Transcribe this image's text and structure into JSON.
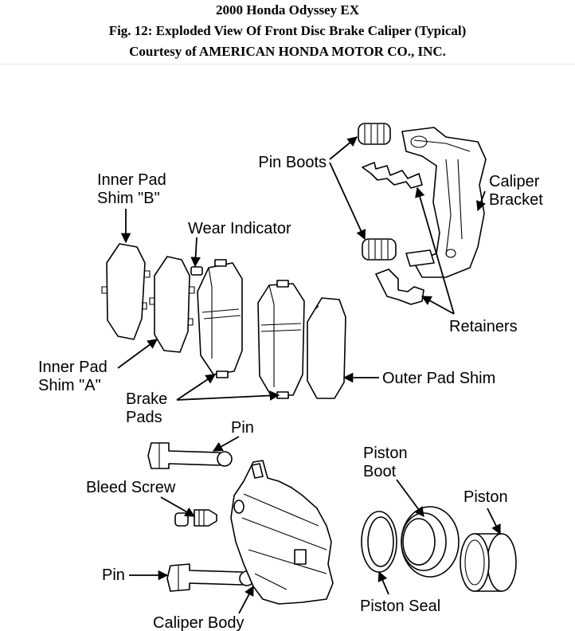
{
  "header": {
    "line1": "2000 Honda Odyssey EX",
    "line2": "Fig. 12: Exploded View Of Front Disc Brake Caliper (Typical)",
    "line3": "Courtesy of AMERICAN HONDA MOTOR CO., INC."
  },
  "labels": {
    "pin_boots": "Pin Boots",
    "caliper_bracket_1": "Caliper",
    "caliper_bracket_2": "Bracket",
    "inner_pad_shim_b_1": "Inner Pad",
    "inner_pad_shim_b_2": "Shim \"B\"",
    "wear_indicator": "Wear Indicator",
    "retainers": "Retainers",
    "inner_pad_shim_a_1": "Inner Pad",
    "inner_pad_shim_a_2": "Shim \"A\"",
    "outer_pad_shim": "Outer Pad Shim",
    "brake_pads_1": "Brake",
    "brake_pads_2": "Pads",
    "pin_top": "Pin",
    "piston_boot_1": "Piston",
    "piston_boot_2": "Boot",
    "piston": "Piston",
    "bleed_screw": "Bleed Screw",
    "pin_bottom": "Pin",
    "piston_seal": "Piston Seal",
    "caliper_body": "Caliper Body"
  }
}
